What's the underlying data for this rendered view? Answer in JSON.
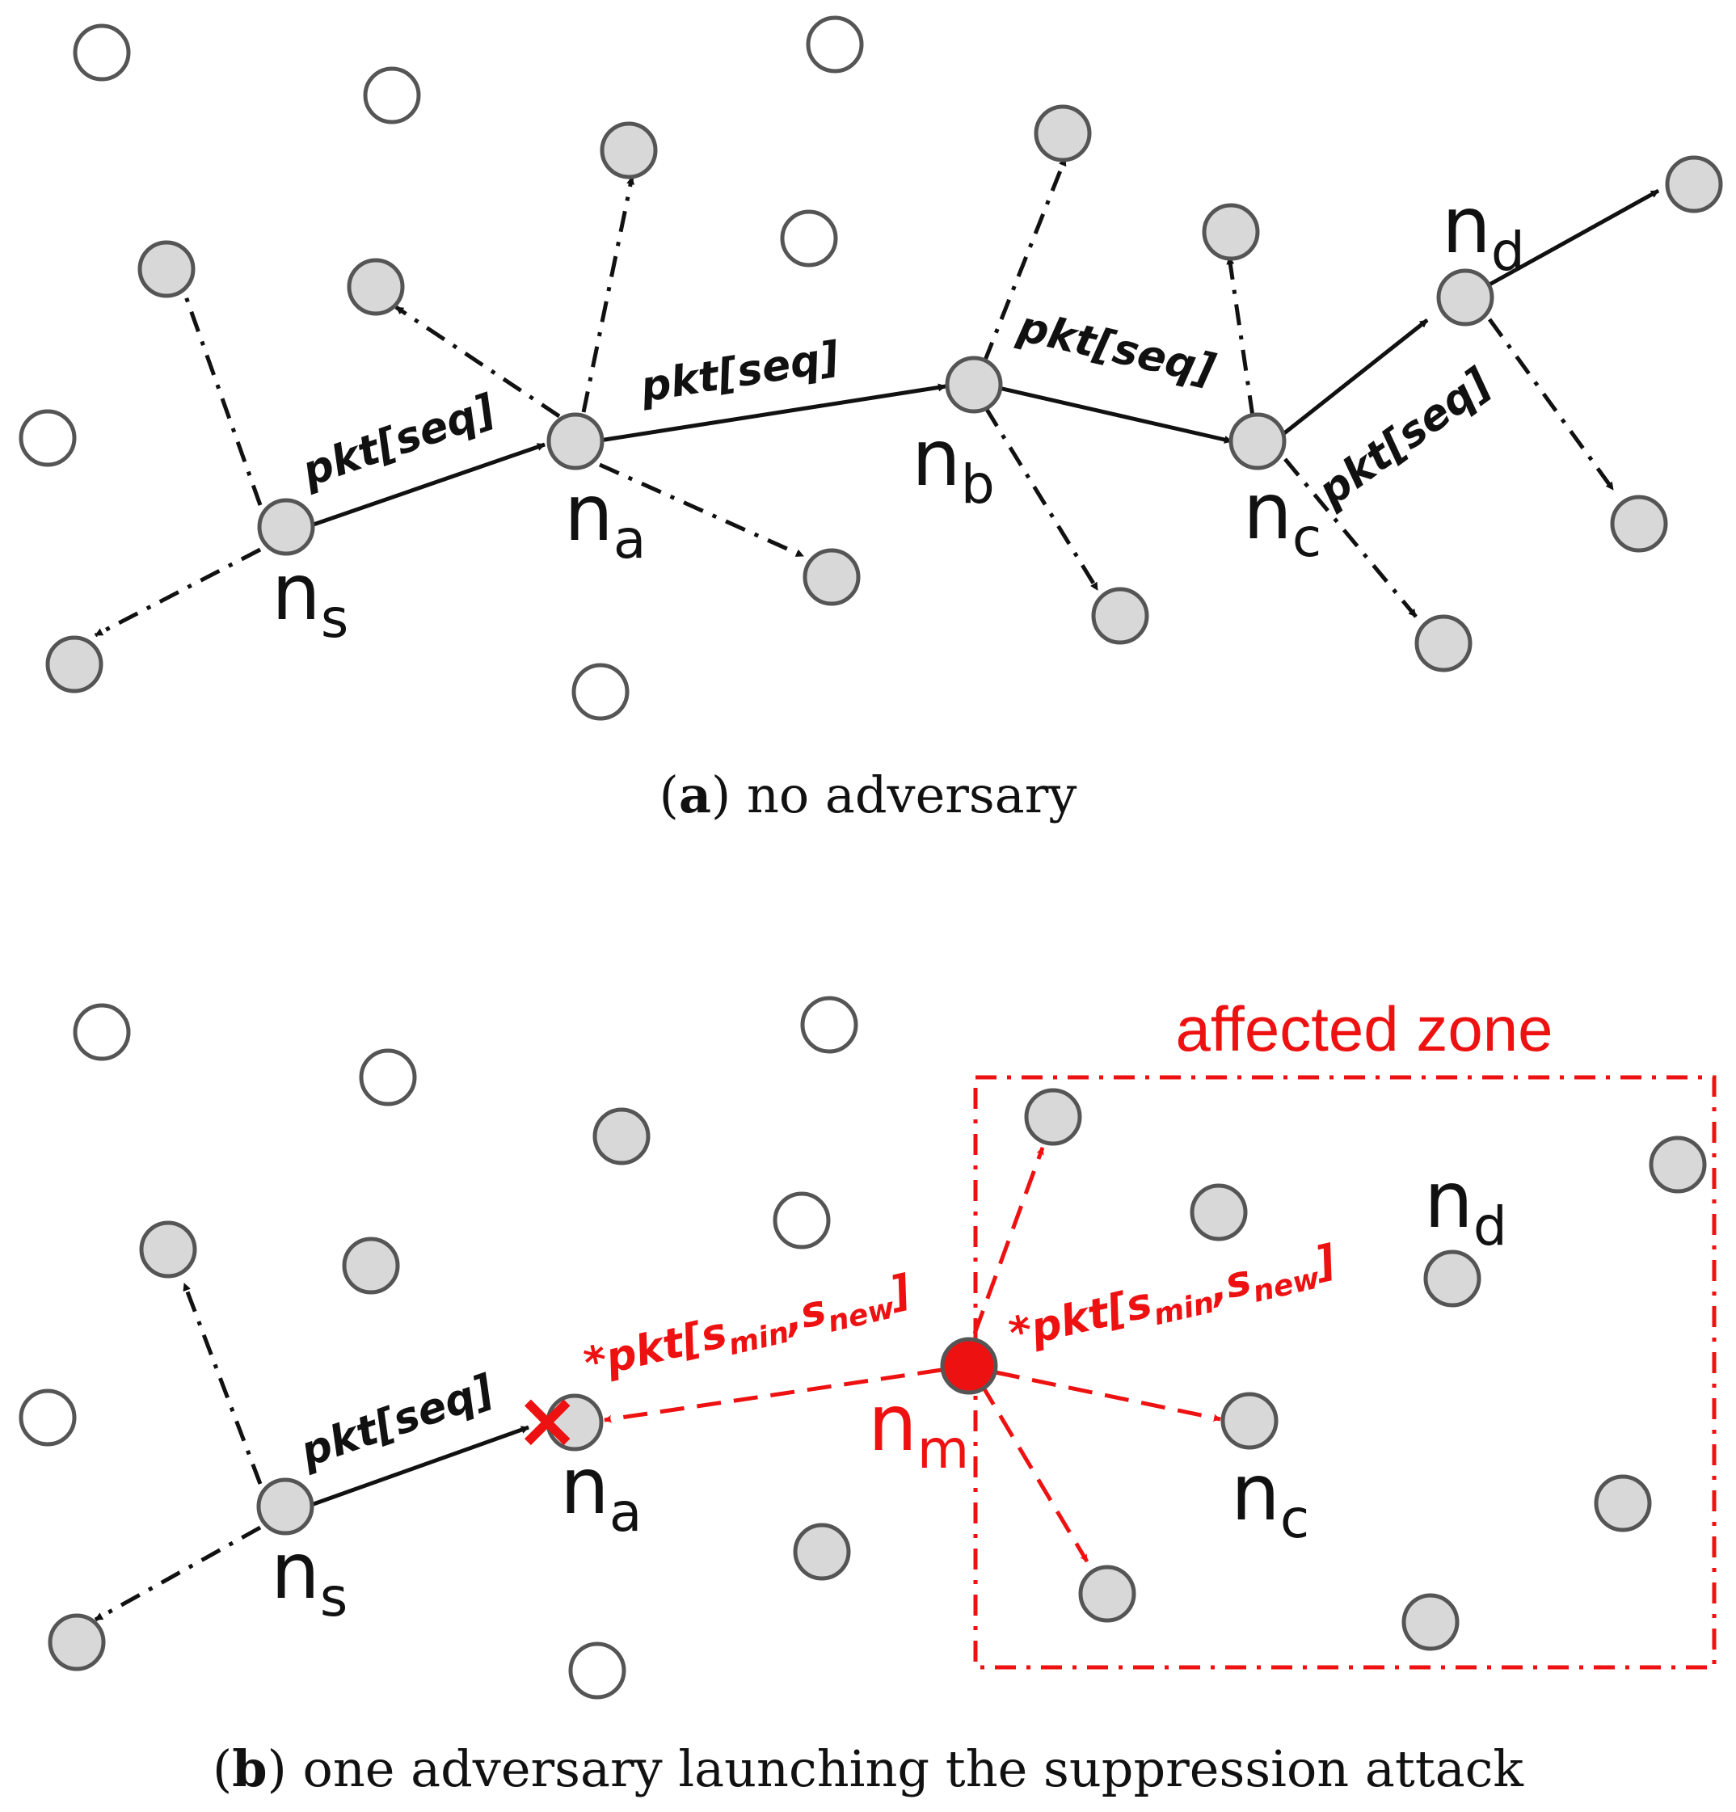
{
  "colors": {
    "black": "#111111",
    "red": "#ee1111",
    "node_idle": "#ffffff",
    "node_active": "#d8d8d8",
    "stroke": "#555555"
  },
  "labels": {
    "n": "n",
    "sub_s": "s",
    "sub_a": "a",
    "sub_b": "b",
    "sub_c": "c",
    "sub_d": "d",
    "sub_m": "m",
    "pkt_seq": "pkt[seq]",
    "fake_prefix": "*pkt[",
    "fake_s1": "s",
    "fake_sub1": "min",
    "fake_sep": ",",
    "fake_s2": "s",
    "fake_sub2": "new",
    "fake_close": "]",
    "drop_mark": "×",
    "zone": "affected zone"
  },
  "captions": {
    "a_letter": "a",
    "a_text": "no adversary",
    "b_letter": "b",
    "b_text": "one adversary launching the suppression attack"
  }
}
